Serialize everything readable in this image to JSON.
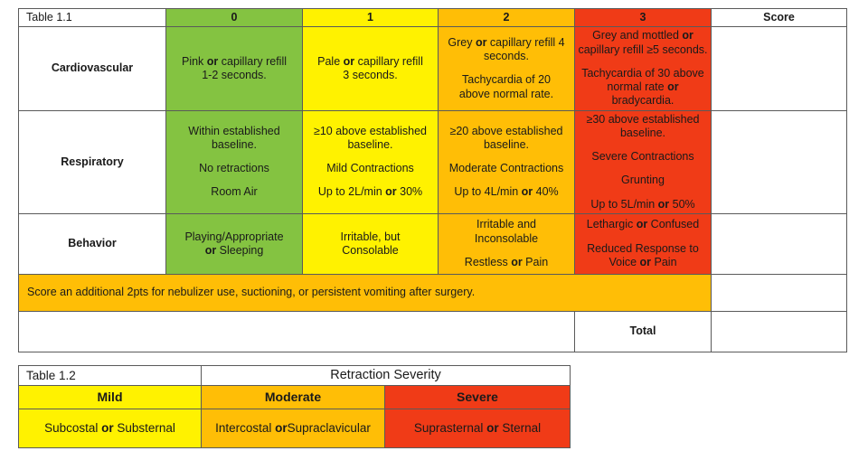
{
  "table1": {
    "caption": "Table 1.1",
    "columns": [
      "0",
      "1",
      "2",
      "3"
    ],
    "score_header": "Score",
    "rows": [
      {
        "label": "Cardiovascular",
        "cells": [
          {
            "lines": [
              "Pink or capillary refill",
              "1-2 seconds."
            ],
            "groups": [
              [
                "Pink or capillary refill",
                "1-2 seconds."
              ]
            ]
          },
          {
            "lines": [
              "Pale or capillary refill",
              "3 seconds."
            ],
            "groups": [
              [
                "Pale or capillary refill",
                "3 seconds."
              ]
            ]
          },
          {
            "lines": [
              "Grey or capillary refill 4",
              "seconds.",
              "Tachycardia of 20",
              "above normal rate."
            ],
            "groups": [
              [
                "Grey or capillary refill 4",
                "seconds."
              ],
              [
                "Tachycardia of 20",
                "above normal rate."
              ]
            ]
          },
          {
            "lines": [
              "Grey and mottled or",
              "capillary refill ≥5 seconds.",
              "Tachycardia of 30 above",
              "normal rate or",
              "bradycardia."
            ],
            "groups": [
              [
                "Grey and mottled or",
                "capillary refill ≥5 seconds."
              ],
              [
                "Tachycardia of 30 above",
                "normal rate or",
                "bradycardia."
              ]
            ]
          }
        ]
      },
      {
        "label": "Respiratory",
        "cells": [
          {
            "groups": [
              [
                "Within established",
                "baseline."
              ],
              [
                "No retractions"
              ],
              [
                "Room Air"
              ]
            ]
          },
          {
            "groups": [
              [
                "≥10 above established",
                "baseline."
              ],
              [
                "Mild Contractions"
              ],
              [
                "Up to 2L/min or 30%"
              ]
            ]
          },
          {
            "groups": [
              [
                "≥20 above established",
                "baseline."
              ],
              [
                "Moderate Contractions"
              ],
              [
                "Up to 4L/min or 40%"
              ]
            ]
          },
          {
            "groups": [
              [
                "≥30 above established",
                "baseline."
              ],
              [
                "Severe Contractions"
              ],
              [
                "Grunting"
              ],
              [
                "Up to 5L/min or 50%"
              ]
            ]
          }
        ]
      },
      {
        "label": "Behavior",
        "cells": [
          {
            "groups": [
              [
                "Playing/Appropriate",
                "or Sleeping"
              ]
            ]
          },
          {
            "groups": [
              [
                "Irritable, but",
                "Consolable"
              ]
            ]
          },
          {
            "groups": [
              [
                "Irritable and",
                "Inconsolable"
              ],
              [
                "Restless or Pain"
              ]
            ]
          },
          {
            "groups": [
              [
                "Lethargic or Confused"
              ],
              [
                "Reduced Response to",
                "Voice or Pain"
              ]
            ]
          }
        ]
      }
    ],
    "note": "Score an additional 2pts for nebulizer use, suctioning, or persistent vomiting after surgery.",
    "total_label": "Total"
  },
  "table2": {
    "caption": "Table 1.2",
    "title": "Retraction Severity",
    "headers": [
      "Mild",
      "Moderate",
      "Severe"
    ],
    "values": [
      [
        "Subcostal or Substernal"
      ],
      [
        "Intercostal or",
        "Supraclavicular"
      ],
      [
        "Suprasternal or Sternal"
      ]
    ]
  },
  "colors": {
    "green": "#84c341",
    "yellow": "#fff200",
    "orange": "#ffbe06",
    "red": "#f03b17",
    "border": "#5a5a5a"
  }
}
